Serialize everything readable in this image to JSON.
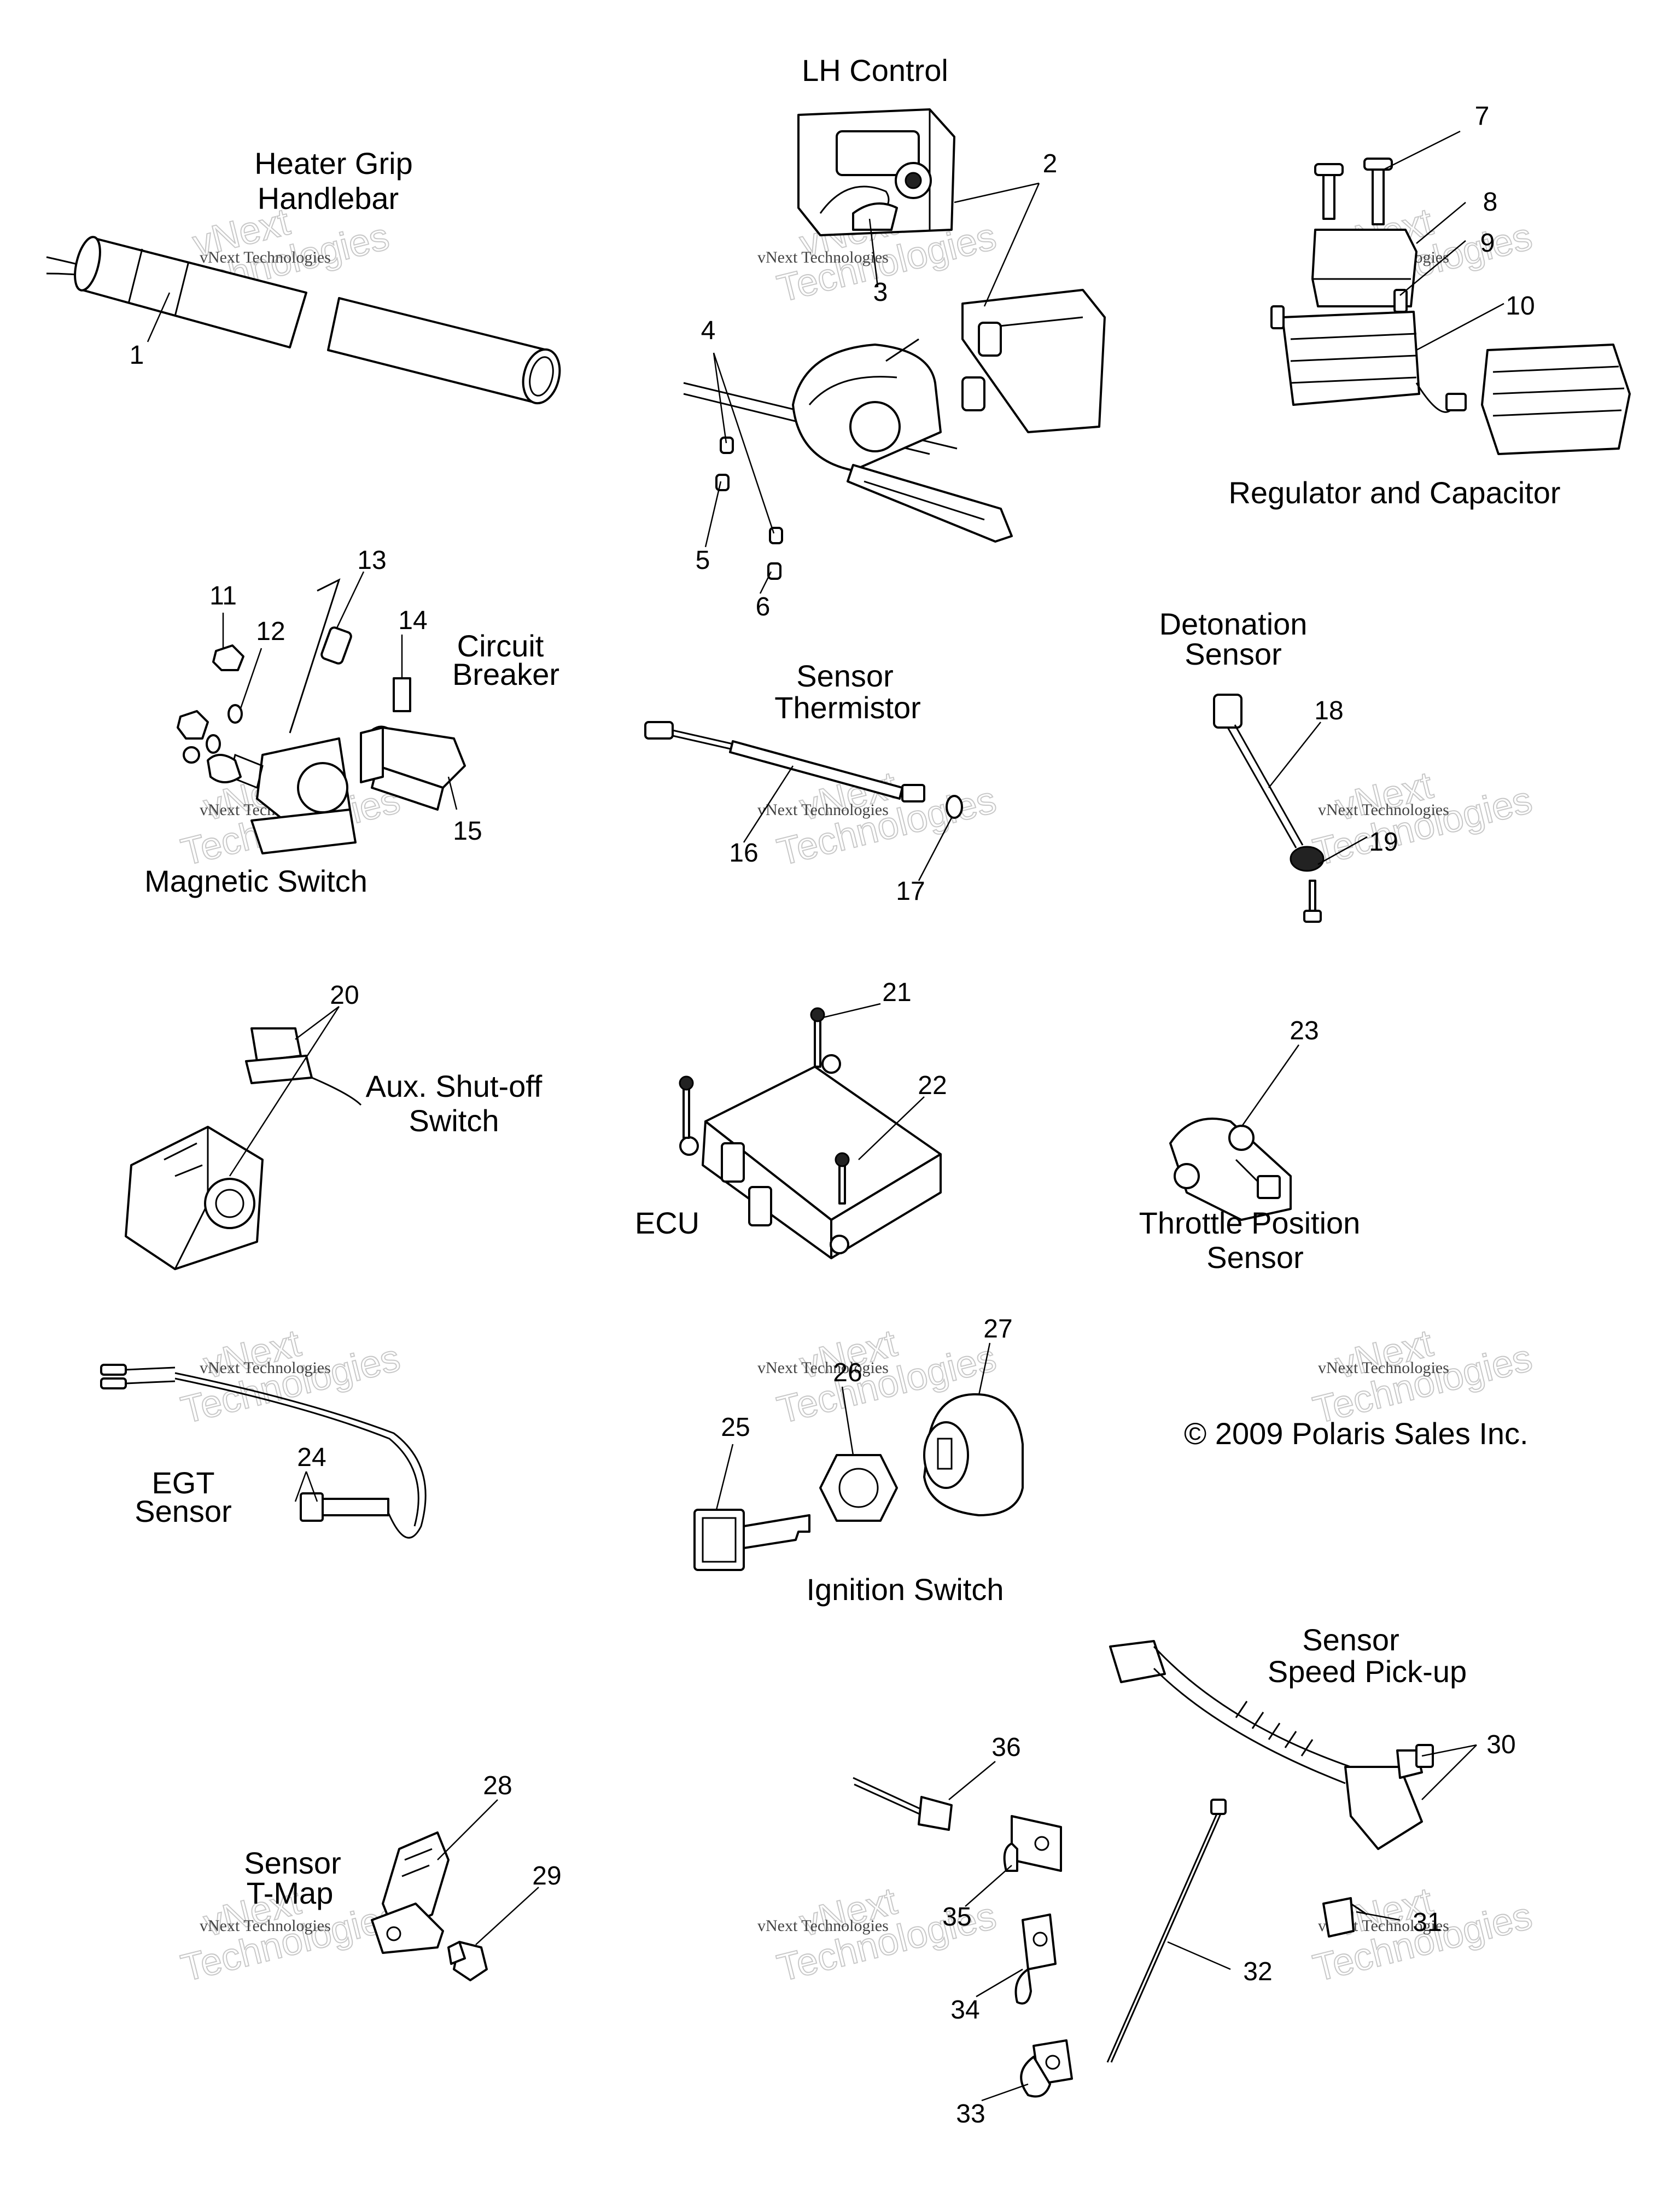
{
  "sections": {
    "heater_grip": "Heater Grip",
    "handlebar": "Handlebar",
    "lh_control": "LH Control",
    "regulator": "Regulator and Capacitor",
    "circuit": "Circuit",
    "breaker": "Breaker",
    "magnetic_switch": "Magnetic Switch",
    "sensor_thermistor_1": "Sensor",
    "sensor_thermistor_2": "Thermistor",
    "detonation_1": "Detonation",
    "detonation_2": "Sensor",
    "aux_1": "Aux. Shut-off",
    "aux_2": "Switch",
    "ecu": "ECU",
    "tps_1": "Throttle Position",
    "tps_2": "Sensor",
    "egt_1": "EGT",
    "egt_2": "Sensor",
    "ignition_switch": "Ignition Switch",
    "speed_1": "Sensor",
    "speed_2": "Speed Pick-up",
    "tmap_1": "Sensor",
    "tmap_2": "T-Map"
  },
  "callouts": [
    "1",
    "2",
    "3",
    "4",
    "5",
    "6",
    "7",
    "8",
    "9",
    "10",
    "11",
    "12",
    "13",
    "14",
    "15",
    "16",
    "17",
    "18",
    "19",
    "20",
    "21",
    "22",
    "23",
    "24",
    "25",
    "26",
    "27",
    "28",
    "29",
    "30",
    "31",
    "32",
    "33",
    "34",
    "35",
    "36"
  ],
  "copyright": "© 2009 Polaris Sales Inc.",
  "watermark": {
    "small": "vNext Technologies",
    "large_1": "vNext",
    "large_2": "Technologies"
  }
}
